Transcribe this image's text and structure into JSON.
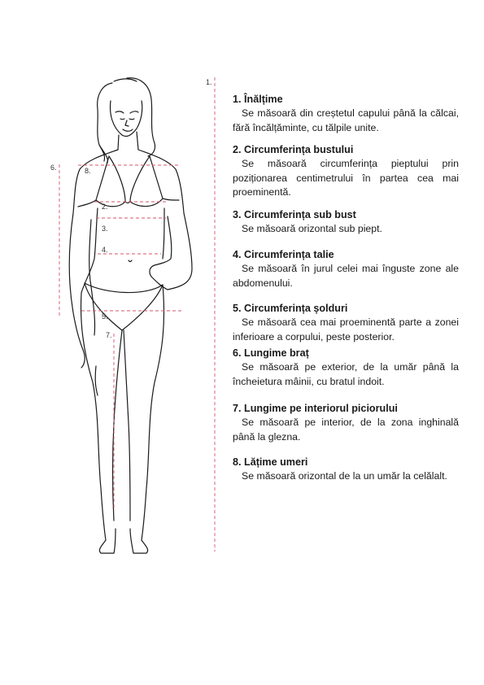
{
  "figure": {
    "labels": [
      "1.",
      "2.",
      "3.",
      "4.",
      "5.",
      "6.",
      "7.",
      "8."
    ]
  },
  "instructions": [
    {
      "title": "1. Înălțime",
      "text": "Se măsoară din creștetul capului până la călcai, fără încălțăminte, cu tălpile unite."
    },
    {
      "title": "2. Circumferința bustului",
      "text": "Se măsoară circumferința pieptului prin poziționarea centimetrului în partea cea mai proeminentă."
    },
    {
      "title": "3. Circumferința sub bust",
      "text": "Se măsoară orizontal sub piept."
    },
    {
      "title": "4. Circumferința talie",
      "text": "Se măsoară în jurul celei mai înguste zone ale abdomenului."
    },
    {
      "title": "5. Circumferința șolduri",
      "text": "Se măsoară cea mai proeminentă parte a zonei inferioare a corpului, peste posterior."
    },
    {
      "title": "6. Lungime braț",
      "text": "Se măsoară pe exterior, de la umăr până la încheietura mâinii, cu bratul indoit."
    },
    {
      "title": "7. Lungime pe interiorul piciorului",
      "text": "Se măsoară pe interior, de la zona inghinală până la glezna."
    },
    {
      "title": "8. Lățime umeri",
      "text": "Se măsoară orizontal de la un umăr la celălalt."
    }
  ],
  "colors": {
    "measure_line": "#d4546a",
    "outline": "#1a1a1a"
  }
}
